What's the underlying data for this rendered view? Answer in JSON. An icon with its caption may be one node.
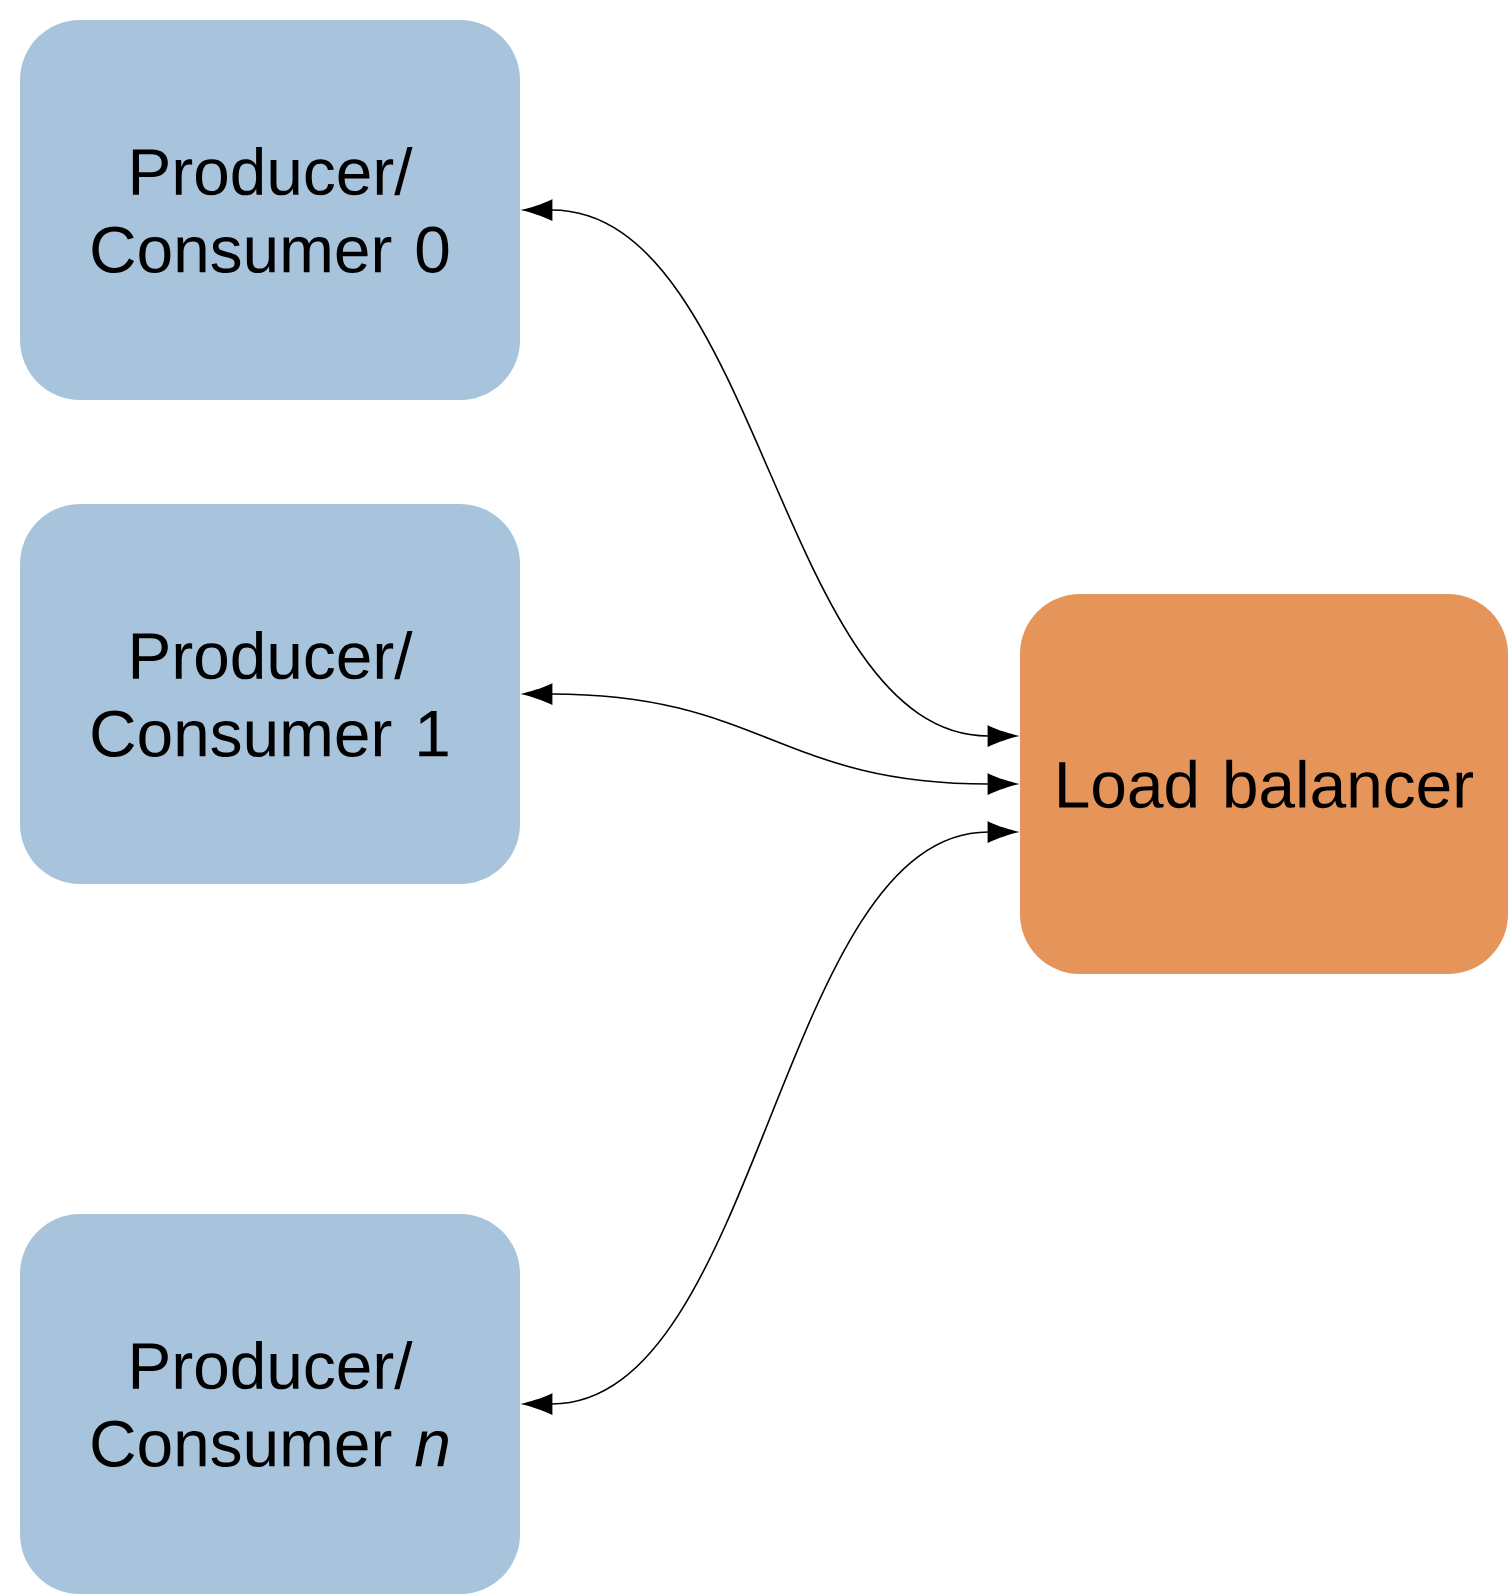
{
  "diagram": {
    "nodes": [
      {
        "text": [
          "Producer/ Consumer 0"
        ]
      },
      {
        "text": [
          "Producer/ Consumer 1"
        ]
      },
      {
        "text": [
          "Producer/ Consumer *n*"
        ]
      },
      {
        "text": [
          "Load balancer"
        ]
      }
    ],
    "edges": [
      {
        "from": 3,
        "to": 0,
        "arrow": "both"
      },
      {
        "from": 3,
        "to": 1,
        "arrow": "both"
      },
      {
        "from": 3,
        "to": 2,
        "arrow": "both"
      }
    ]
  }
}
